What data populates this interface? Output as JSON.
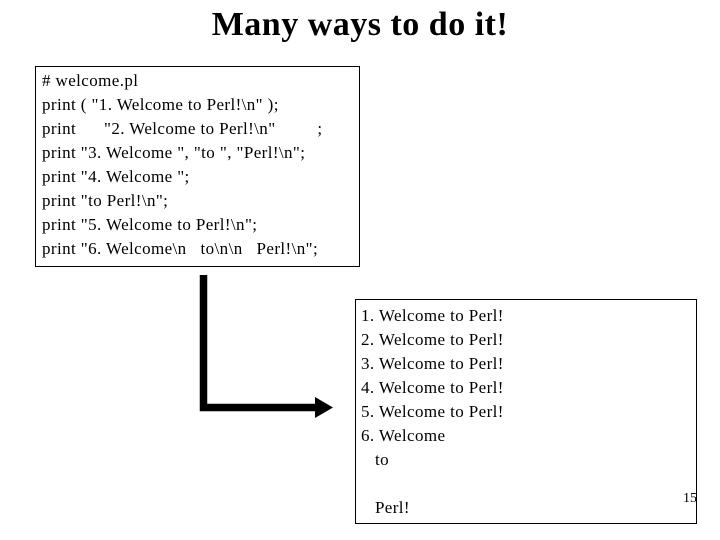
{
  "slide": {
    "title": "Many ways to do it!",
    "page_number": "15",
    "code_box": {
      "lines": [
        "# welcome.pl",
        "print ( \"1. Welcome to Perl!\\n\" );",
        "print      \"2. Welcome to Perl!\\n\"         ;",
        "print \"3. Welcome \", \"to \", \"Perl!\\n\";",
        "print \"4. Welcome \";",
        "print \"to Perl!\\n\";",
        "print \"5. Welcome to Perl!\\n\";",
        "print \"6. Welcome\\n   to\\n\\n   Perl!\\n\";"
      ]
    },
    "output_box": {
      "lines": [
        "1. Welcome to Perl!",
        "2. Welcome to Perl!",
        "3. Welcome to Perl!",
        "4. Welcome to Perl!",
        "5. Welcome to Perl!",
        "6. Welcome",
        "   to",
        "",
        "   Perl!"
      ]
    },
    "arrow": "elbow-connector-from-code-to-output"
  },
  "colors": {
    "background": "#ffffff",
    "text": "#000000",
    "border": "#000000",
    "arrow": "#000000"
  }
}
